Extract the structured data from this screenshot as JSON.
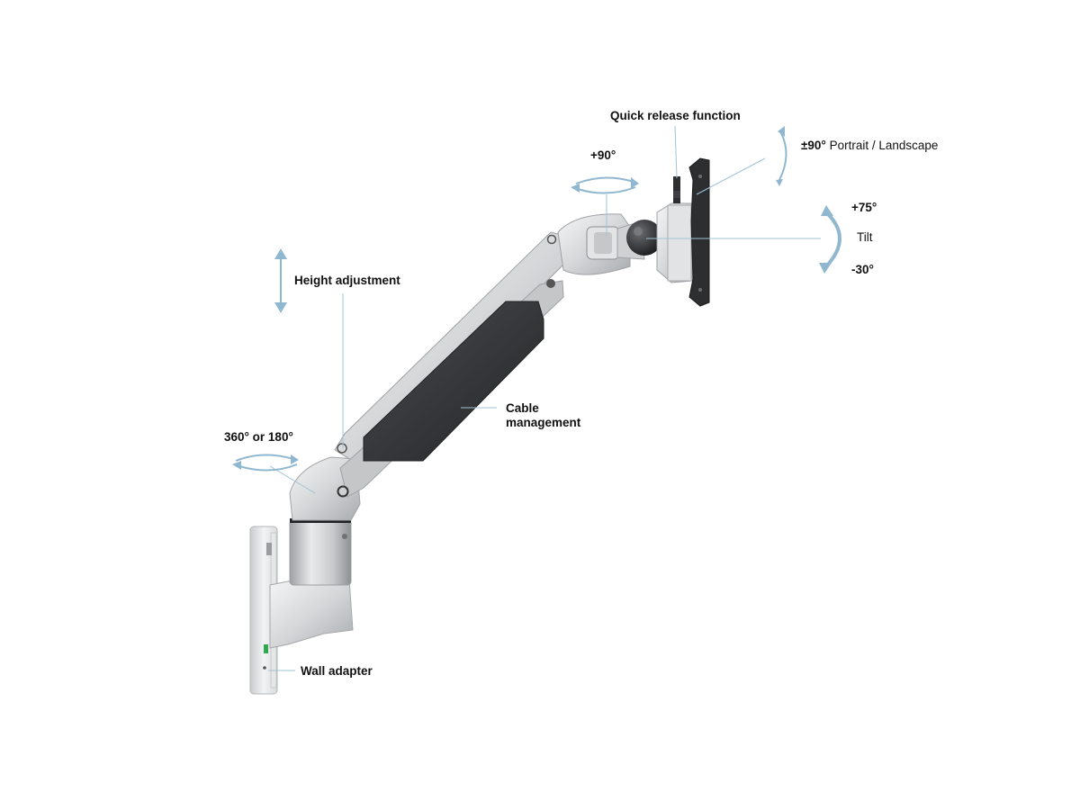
{
  "labels": {
    "quick_release": "Quick release function",
    "rotation_plus90": "+90°",
    "portrait_deg": "±90°",
    "portrait_text": " Portrait / Landscape",
    "tilt_up": "+75°",
    "tilt": "Tilt",
    "tilt_down": "-30°",
    "height_adjustment": "Height adjustment",
    "cable_line1": "Cable",
    "cable_line2": "management",
    "swivel": "360° or 180°",
    "wall_adapter": "Wall adapter"
  },
  "colors": {
    "accent_motion": "#8fb7cf",
    "leader": "#9fc3d6",
    "aluminium": "#d7d9db",
    "dark_plastic": "#3a3b3d",
    "vesa_plate": "#2d2e30",
    "text": "#111111"
  },
  "icons": [
    "height-arrow-icon",
    "swivel-arrow-icon",
    "rotation-arrow-icon",
    "tilt-arrow-icon",
    "portrait-arrow-icon"
  ]
}
